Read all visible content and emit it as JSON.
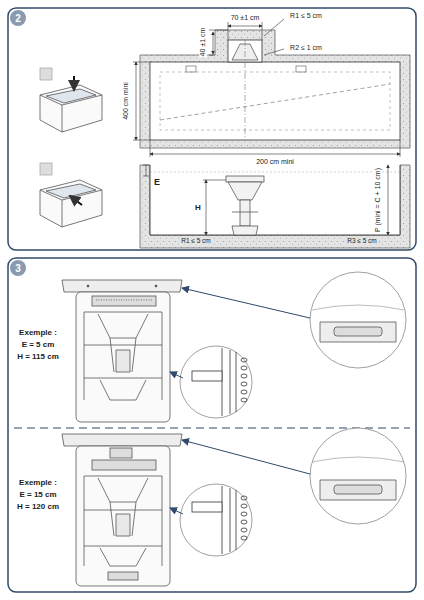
{
  "diagram": {
    "labels": [
      "2",
      "40 ±1 cm",
      "70 ±1 cm",
      "R1 ≤ 5 cm",
      "R2 ≤ 1 cm",
      "400 cm mini",
      "200 cm mini",
      "E",
      "H",
      "P (mini = C + 10 cm)",
      "R1 ≤ 5 cm",
      "R3 ≤ 5 cm",
      "3",
      "Exemple :",
      "E = 5 cm",
      "H = 115 cm",
      "Exemple :",
      "E = 15 cm",
      "H = 120 cm"
    ]
  }
}
